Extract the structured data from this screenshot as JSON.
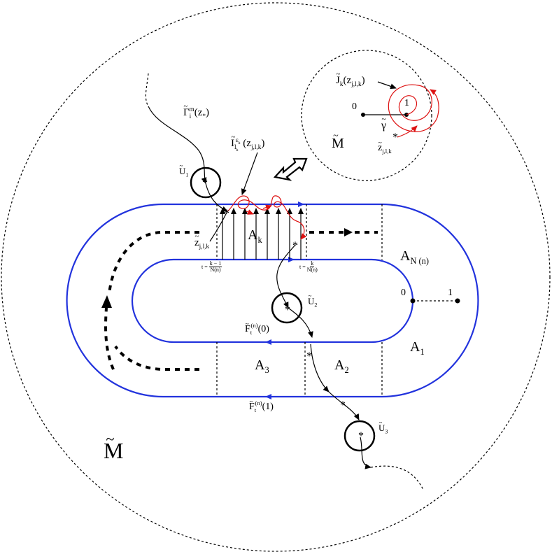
{
  "labels": {
    "m_tilde_main": "M",
    "m_tilde_inset": "M",
    "u1": "U",
    "u1_sub": "1",
    "u2": "U",
    "u2_sub": "2",
    "u3": "U",
    "u3_sub": "3",
    "gamma_curve": "Γ",
    "gamma_curve_sub": "i",
    "gamma_curve_sup": "m",
    "gamma_curve_arg": "(z",
    "gamma_curve_arg_sub": "*",
    "gamma_curve_arg_close": ")",
    "i_curve": "I",
    "i_curve_sub": "l",
    "i_curve_sub2": "k",
    "i_curve_sup": "ε",
    "i_curve_sup_sub": "k",
    "i_curve_arg": "(z",
    "i_curve_arg_sub": "j,l,k",
    "i_curve_arg_close": ")",
    "z_jlk": "z",
    "z_jlk_sub": "j,l,k",
    "z_jlk_inset": "z",
    "z_jlk_inset_sub": "j,l,k",
    "a_k": "A",
    "a_k_sub": "k",
    "a_nn": "A",
    "a_nn_sub": "N (n)",
    "a1": "A",
    "a1_sub": "1",
    "a2": "A",
    "a2_sub": "2",
    "a3": "A",
    "a3_sub": "3",
    "t_left_pre": "t =",
    "t_left_num": "k − 1",
    "t_left_den": "N(n)",
    "t_right_pre": "t =",
    "t_right_num": "k",
    "t_right_den": "N(n)",
    "zero_main": "0",
    "one_main": "1",
    "f0": "F",
    "f0_sub": "t",
    "f0_sup": "(n)",
    "f0_arg": "(0)",
    "f1": "F",
    "f1_sub": "t",
    "f1_sup": "(n)",
    "f1_arg": "(1)",
    "j_curve": "J",
    "j_curve_sub": "k",
    "j_curve_arg": "(z",
    "j_curve_arg_sub": "j,l,k",
    "j_curve_arg_close": ")",
    "zero_inset": "0",
    "one_inset": "1",
    "gamma_inset": "γ",
    "tilde": "~"
  },
  "colors": {
    "band": "#2233dd",
    "loops": "#dd1111",
    "ink": "#000000"
  }
}
